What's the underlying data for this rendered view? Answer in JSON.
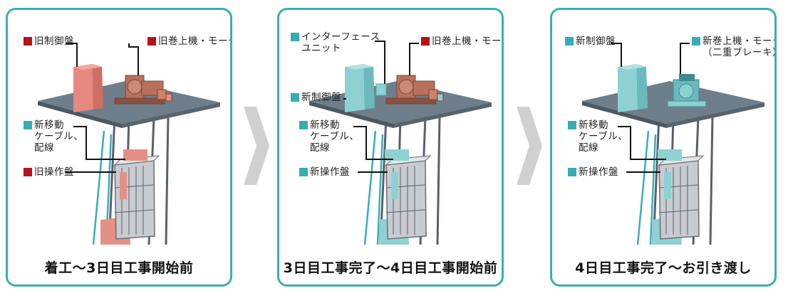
{
  "colors": {
    "frame": "#3aaeb6",
    "old": "#b5121b",
    "new": "#36adb5",
    "arrow": "#d0d0d0"
  },
  "panels": [
    {
      "caption": "着工〜3日目工事開始前",
      "labels": [
        {
          "text": "旧制御盤",
          "marker": "old"
        },
        {
          "text": "旧巻上機・モーター",
          "marker": "old"
        },
        {
          "text": "新移動\nケーブル、\n配線",
          "marker": "new"
        },
        {
          "text": "旧操作盤",
          "marker": "old"
        }
      ]
    },
    {
      "caption": "3日目工事完了〜4日目工事開始前",
      "labels": [
        {
          "text": "インターフェース\nユニット",
          "marker": "new"
        },
        {
          "text": "旧巻上機・モーター",
          "marker": "old"
        },
        {
          "text": "新制御盤",
          "marker": "new"
        },
        {
          "text": "新移動\nケーブル、\n配線",
          "marker": "new"
        },
        {
          "text": "新操作盤",
          "marker": "new"
        }
      ]
    },
    {
      "caption": "4日目工事完了〜お引き渡し",
      "labels": [
        {
          "text": "新制御盤",
          "marker": "new"
        },
        {
          "text": "新巻上機・モーター\n（二重ブレーキ）",
          "marker": "new"
        },
        {
          "text": "新移動\nケーブル、\n配線",
          "marker": "new"
        },
        {
          "text": "新操作盤",
          "marker": "new"
        }
      ]
    }
  ]
}
